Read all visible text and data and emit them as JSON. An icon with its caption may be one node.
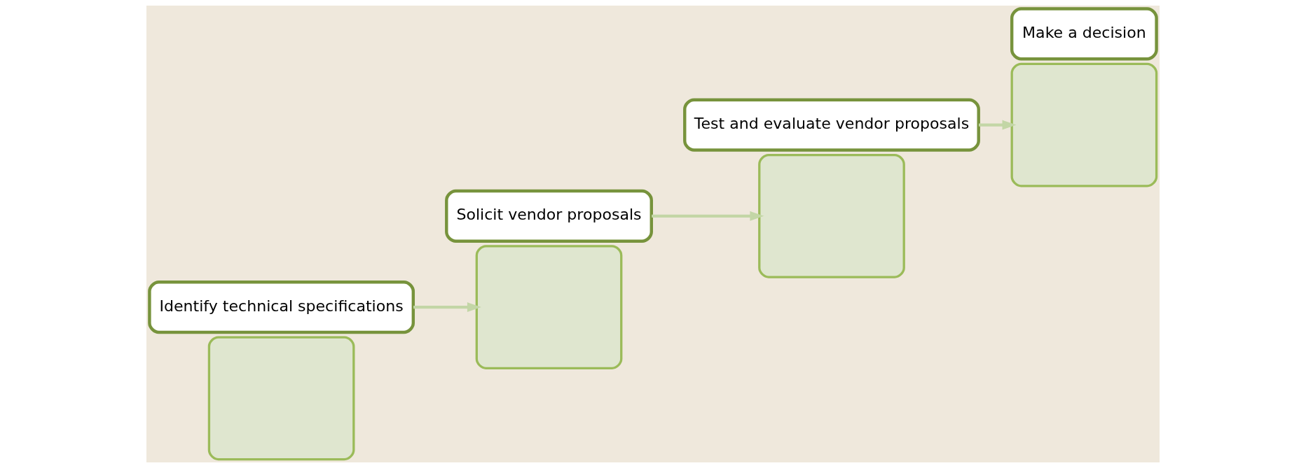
{
  "diagram": {
    "nodes": [
      {
        "text": [],
        "shape": "box"
      },
      {
        "text": [
          "Identify technical specifications"
        ]
      },
      {
        "text": [],
        "shape": "box"
      },
      {
        "text": [
          "Solicit vendor proposals"
        ]
      },
      {
        "text": [],
        "shape": "box"
      },
      {
        "text": [
          "Test and evaluate vendor proposals"
        ]
      },
      {
        "text": [],
        "shape": "box"
      },
      {
        "text": [
          "Make a decision"
        ]
      }
    ],
    "edges": [
      {
        "from": 1,
        "to": 2,
        "arrow": "to"
      },
      {
        "from": 3,
        "to": 4,
        "arrow": "to"
      },
      {
        "from": 5,
        "to": 6,
        "arrow": "to"
      }
    ]
  }
}
